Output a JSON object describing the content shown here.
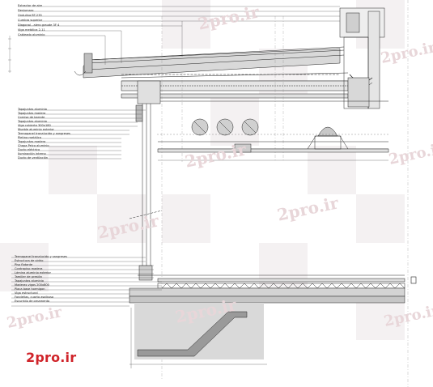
{
  "labels_top": [
    "Extractor de aire",
    "Deslumaro",
    "Ondulina BT-235",
    "Cumbra superior",
    "Diagonal - alero graude 3F 4",
    "Viga metálica 2-11",
    "Cableado aluminio"
  ],
  "labels_middle": [
    "Tapajuntas aluminio",
    "Tapajuntas madera",
    "Cornisa de barrote",
    "Tapajuntas aluminio",
    "Viga cubierta 300x180",
    "Mueble aluminio exterior",
    "Termopanel tranalucido y sangreses",
    "Pletina metálica",
    "Tapajuntas madera",
    "Chapa Pelco aluminio",
    "Ducto eléctrico",
    "Iluminación interno",
    "Ducto de ventilación"
  ],
  "labels_bottom": [
    "Termopanel tranalucido y sangreses",
    "Estructura de vidrio",
    "Piso flotante",
    "Contrapiso madera",
    "Lámina aluminio exterior",
    "Tamiller de presión",
    "Tapajuntas aluminio",
    "Maderas vigas 200x800",
    "Placa base hormigon",
    "Viga estructural",
    "Fondeñas, cuarto asalbuso",
    "Escurrido de ornamento"
  ],
  "watermark": "2pro.ir",
  "brand": "2pro.ir",
  "colors": {
    "brand": "#d0242a",
    "watermark": "#e9d7da",
    "line": "#222222",
    "shade": "#c8c8c8"
  }
}
